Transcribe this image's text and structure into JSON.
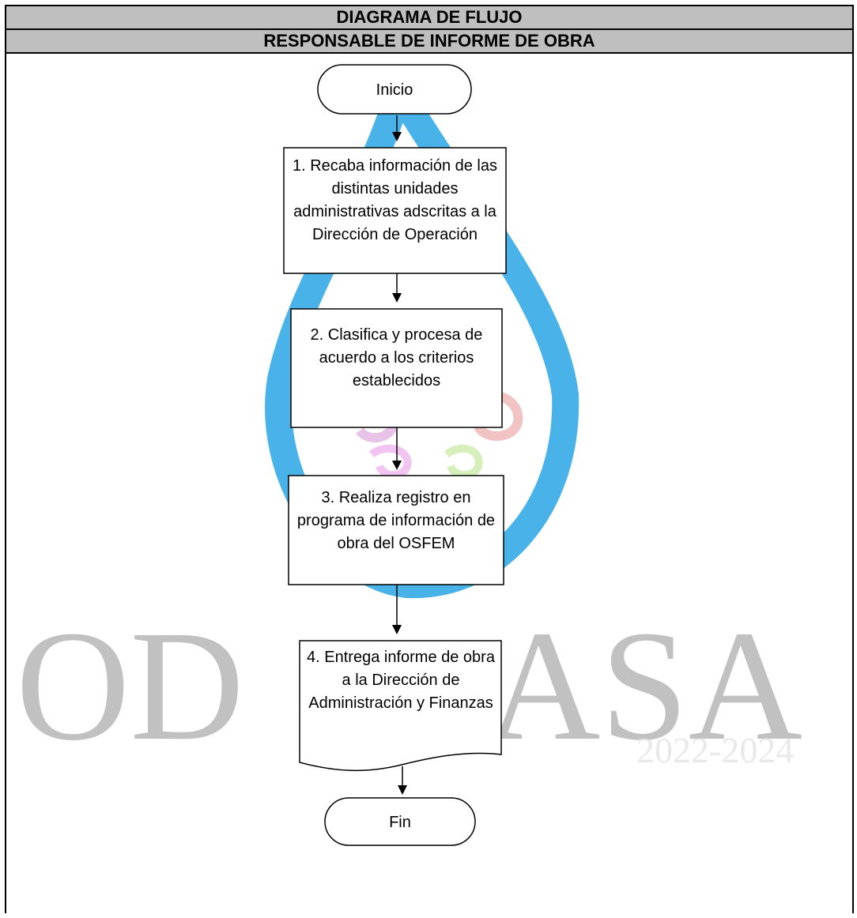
{
  "header": {
    "title": "DIAGRAMA DE FLUJO",
    "subtitle": "RESPONSABLE DE INFORME DE OBRA"
  },
  "flow": {
    "start": "Inicio",
    "steps": [
      "1. Recaba información de las distintas unidades administrativas adscritas a la Dirección de Operación",
      "2. Clasifica y procesa de acuerdo a los criterios establecidos",
      "3. Realiza registro en programa de información de obra del OSFEM",
      "4. Entrega informe de obra a la Dirección de Administración y Finanzas"
    ],
    "end": "Fin"
  },
  "watermark": {
    "text_left": "OD",
    "text_right": "ASA",
    "years": "2022-2024",
    "drop_color": "#29a6e6"
  }
}
